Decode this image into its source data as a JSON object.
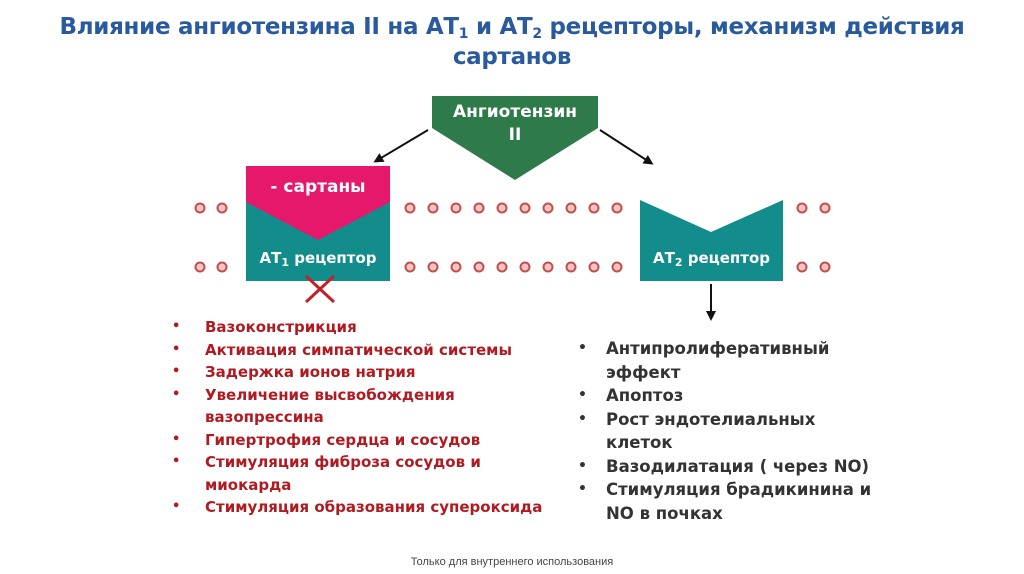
{
  "title": {
    "part1": "Влияние ангиотензина II на АТ",
    "sub1": "1",
    "part2": " и АТ",
    "sub2": "2",
    "part3": " рецепторы, механизм действия",
    "line2": "сартанов"
  },
  "angiotensin": {
    "line1": "Ангиотензин",
    "line2": "II"
  },
  "sartans_label": "- сартаны",
  "at1": {
    "prefix": "АТ",
    "sub": "1",
    "suffix": " рецептор"
  },
  "at2": {
    "prefix": "АТ",
    "sub": "2",
    "suffix": " рецептор"
  },
  "at1_effects": [
    "Вазоконстрикция",
    "Активация симпатической системы",
    "Задержка ионов натрия",
    "Увеличение высвобождения вазопрессина",
    "Гипертрофия сердца и сосудов",
    "Стимуляция фиброза сосудов и миокарда",
    "Стимуляция образования супероксида"
  ],
  "at2_effects": [
    "Антипролиферативный эффект",
    "Апоптоз",
    "Рост эндотелиальных клеток",
    "Вазодилатация ( через NO)",
    "Стимуляция брадикинина и NO  в почках"
  ],
  "bullet_symbol": "•",
  "footer": "Только для внутреннего использования",
  "colors": {
    "title": "#2a5a9e",
    "angiotensin_fill": "#2e7a4a",
    "sartans_fill": "#e6186c",
    "receptor_fill": "#138c8c",
    "membrane_dot_fill": "#f3c4c4",
    "membrane_dot_stroke": "#c0504d",
    "block_mark": "#c0202a",
    "at1_effects_text": "#b01b22",
    "at2_effects_text": "#333333"
  },
  "icons": [
    "arrow-left-down",
    "arrow-right-down",
    "arrow-down",
    "cross-mark",
    "membrane-dot"
  ]
}
